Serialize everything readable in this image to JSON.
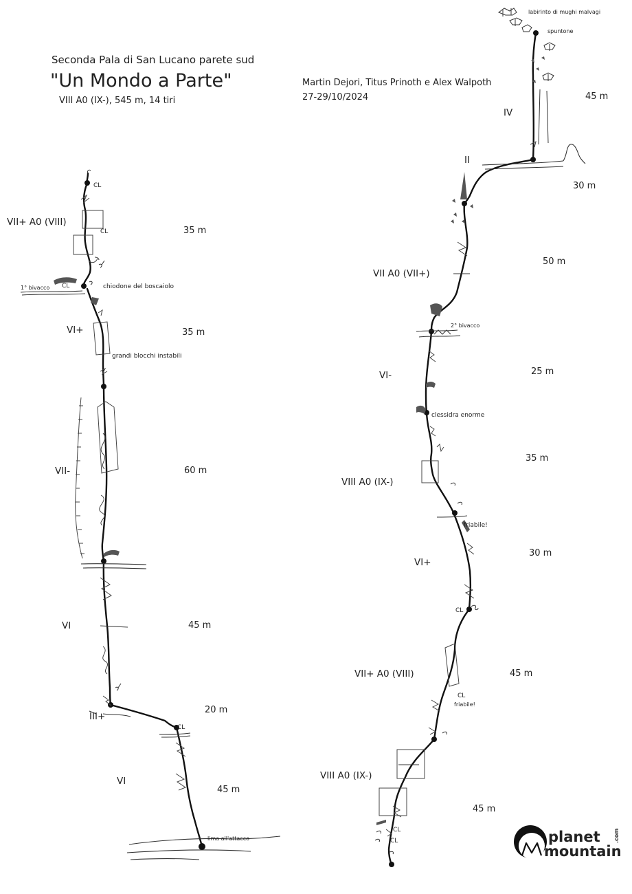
{
  "header": {
    "line1": "Seconda Pala di San Lucano parete sud",
    "route_name": "\"Un Mondo a Parte\"",
    "summary": "VIII A0 (IX-), 545 m, 14 tiri",
    "authors": "Martin Dejori, Titus Prinoth e Alex Walpoth",
    "dates": "27-29/10/2024"
  },
  "left_column": {
    "grades": [
      "VII+ A0 (VIII)",
      "VI+",
      "VII-",
      "VI",
      "III+",
      "VI"
    ],
    "lengths": [
      "35 m",
      "35 m",
      "60 m",
      "45 m",
      "20 m",
      "45 m"
    ],
    "labels": {
      "cl_top": "CL",
      "cl_box": "CL",
      "bivacco1": "1° bivacco",
      "cl_bivacco": "CL",
      "chiodone": "chiodone del boscaiolo",
      "blocchi": "grandi blocchi instabili",
      "cl_low": "CL",
      "attacco": "lima all'attacco"
    }
  },
  "right_column": {
    "grades": [
      "IV",
      "II",
      "VII A0 (VII+)",
      "VI-",
      "VIII A0 (IX-)",
      "VI+",
      "VII+ A0 (VIII)",
      "VIII A0 (IX-)"
    ],
    "lengths": [
      "45 m",
      "30 m",
      "50 m",
      "25 m",
      "35 m",
      "30 m",
      "45 m",
      "45 m"
    ],
    "labels": {
      "labirinto": "labirinto di mughi malvagi",
      "spuntone": "spuntone",
      "bivacco2": "2° bivacco",
      "clessidra": "clessidra enorme",
      "friabile1": "friabile!",
      "cl_mid": "CL",
      "cl_friabile": "CL",
      "friabile2": "friabile!",
      "cl_bottom": "CL",
      "cl_start": "CL"
    }
  },
  "logo": {
    "line1": "planet",
    "line2": "mountain",
    "com": ".com"
  }
}
